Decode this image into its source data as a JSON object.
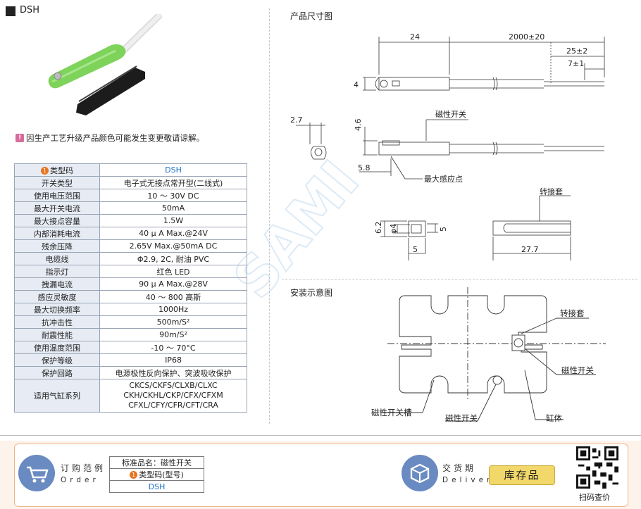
{
  "header": {
    "title": "DSH"
  },
  "sections": {
    "dimension_title": "产品尺寸图",
    "install_title": "安装示意图"
  },
  "notice": "因生产工艺升级产品颜色可能发生变更敬请谅解。",
  "specs": [
    {
      "key": "类型码",
      "value": "DSH"
    },
    {
      "key": "开关类型",
      "value": "电子式无接点常开型(二线式)"
    },
    {
      "key": "使用电压范围",
      "value": "10 ～ 30V DC"
    },
    {
      "key": "最大开关电流",
      "value": "50mA"
    },
    {
      "key": "最大接点容量",
      "value": "1.5W"
    },
    {
      "key": "内部消耗电流",
      "value": "40 μ A Max.@24V"
    },
    {
      "key": "残余压降",
      "value": "2.65V Max.@50mA DC"
    },
    {
      "key": "电缆线",
      "value": "Φ2.9, 2C, 耐油 PVC"
    },
    {
      "key": "指示灯",
      "value": "红色 LED"
    },
    {
      "key": "拽漏电流",
      "value": "90 μ A Max.@28V"
    },
    {
      "key": "感应灵敏度",
      "value": "40 ～ 800 高斯"
    },
    {
      "key": "最大切换频率",
      "value": "1000Hz"
    },
    {
      "key": "抗冲击性",
      "value": "500m/S²"
    },
    {
      "key": "耐震性能",
      "value": "90m/S²"
    },
    {
      "key": "使用温度范围",
      "value": "-10 ～ 70°C"
    },
    {
      "key": "保护等级",
      "value": "IP68"
    },
    {
      "key": "保护回路",
      "value": "电源极性反向保护、突波吸收保护"
    }
  ],
  "series": {
    "key": "适用气缸系列",
    "lines": [
      "CKCS/CKFS/CLXB/CLXC",
      "CKH/CKHL/CKP/CFX/CFXM",
      "CFXL/CFY/CFR/CFT/CRA"
    ]
  },
  "badge_num": "1",
  "drawing": {
    "dim_24": "24",
    "dim_2000": "2000±20",
    "dim_25": "25±2",
    "dim_7": "7±1",
    "dim_4": "4",
    "dim_2_7": "2.7",
    "dim_4_6": "4.6",
    "dim_5_8": "5.8",
    "label_switch": "磁性开关",
    "label_sense": "最大感应点",
    "label_adapter": "转接套",
    "dim_6_2": "6.2",
    "dim_phi4": "φ4",
    "dim_5a": "5",
    "dim_5b": "5",
    "dim_27_7": "27.7"
  },
  "install": {
    "adapter": "转接套",
    "switch1": "磁性开关",
    "slot": "磁性开关槽",
    "switch2": "磁性开关",
    "body": "缸体"
  },
  "footer": {
    "order_cn": "订购范例",
    "order_en": "Order",
    "std_name": "标准品名：磁性开关",
    "type_code": "类型码(型号)",
    "type_value": "DSH",
    "delivery_cn": "交货期",
    "delivery_en": "Delivery",
    "stock": "库存品",
    "scan": "扫码查价"
  },
  "colors": {
    "accent_blue": "#1a6fc6",
    "table_key_bg": "#e7ecf4",
    "badge_orange": "#e8741c",
    "stock_yellow": "#f2d86a"
  }
}
